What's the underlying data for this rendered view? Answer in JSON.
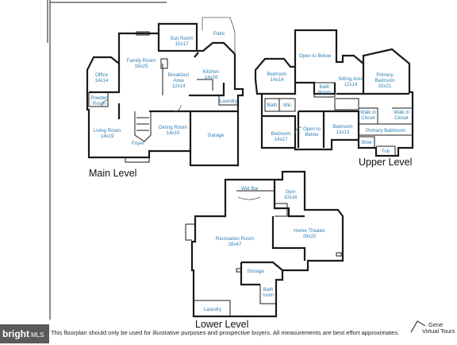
{
  "levels": {
    "main": "Main Level",
    "upper": "Upper Level",
    "lower": "Lower Level"
  },
  "rooms": {
    "office": [
      "Office",
      "14x14"
    ],
    "powder": [
      "Powder",
      "Room"
    ],
    "family": [
      "Family Room",
      "16x25"
    ],
    "sunroom": [
      "Sun Room",
      "15x17"
    ],
    "patio": [
      "Patio"
    ],
    "breakfast": [
      "Breakfast",
      "Area",
      "12x14"
    ],
    "kitchen": [
      "Kitchen",
      "14x16"
    ],
    "laundry_main": [
      "Laundry"
    ],
    "living": [
      "Living Room",
      "14x19"
    ],
    "dining": [
      "Dining Room",
      "14x15"
    ],
    "foyer": [
      "Foyer"
    ],
    "garage": [
      "Garage"
    ],
    "bed1": [
      "Bedroom",
      "14x14"
    ],
    "open1": [
      "Open to Below"
    ],
    "bath_up": [
      "Bath",
      "Room"
    ],
    "sitting": [
      "Sitting Area",
      "12x14"
    ],
    "primary_bed": [
      "Primary",
      "Bedroom",
      "15x21"
    ],
    "bath_small": [
      "Bath"
    ],
    "wic_small": [
      "Wic"
    ],
    "bed2": [
      "Bedroom",
      "14x17"
    ],
    "open2": [
      "Open to",
      "Below"
    ],
    "bed3": [
      "Bedroom",
      "13x13"
    ],
    "walkin1": [
      "Walk in",
      "Closet"
    ],
    "walkin2": [
      "Walk in",
      "Closet"
    ],
    "primary_bath": [
      "Primary Bathroom"
    ],
    "shwr": [
      "Shwr"
    ],
    "tub": [
      "Tub"
    ],
    "wetbar": [
      "Wet Bar"
    ],
    "gym": [
      "Gym",
      "10x16"
    ],
    "recreation": [
      "Recreation Room",
      "28x47"
    ],
    "theater": [
      "Home Theater",
      "26x20"
    ],
    "storage": [
      "Storage"
    ],
    "bath_lower": [
      "Bath",
      "room"
    ],
    "laundry_lower": [
      "Laundry"
    ]
  },
  "disclaimer": "This floorplan should only be used for illustrative purposes and prospective buyers. All measurements are best effort approximates.",
  "brand_mls": {
    "bright": "bright",
    "mls": "MLS"
  },
  "tour_brand": {
    "line1": "Gene",
    "line2": "Virtual Tours"
  }
}
